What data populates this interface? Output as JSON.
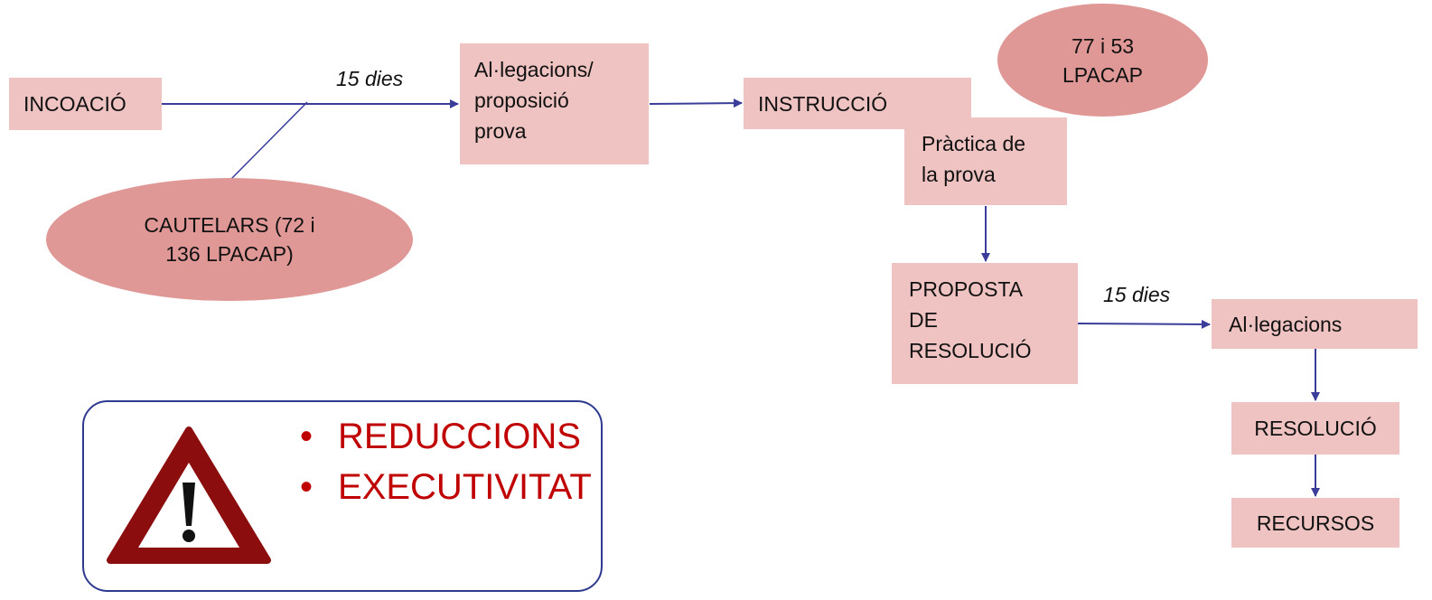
{
  "nodes": {
    "incoacio": "INCOACIÓ",
    "allegacions_proposicio": "Al·legacions/\nproposició\nprova",
    "instruccio": "INSTRUCCIÓ",
    "practica_prova": "Pràctica de\nla prova",
    "proposta_resolucio": "PROPOSTA\nDE\nRESOLUCIÓ",
    "allegacions": "Al·legacions",
    "resolucio": "RESOLUCIÓ",
    "recursos": "RECURSOS"
  },
  "ellipses": {
    "cautelars": "CAUTELARS (72 i\n136 LPACAP)",
    "lpacap_77_53": "77 i 53\nLPACAP"
  },
  "edge_labels": {
    "first_term": "15 dies",
    "second_term": "15 dies"
  },
  "warning": {
    "items": [
      "REDUCCIONS",
      "EXECUTIVITAT"
    ],
    "bullet": "•",
    "icon": "warning-triangle-icon",
    "text_color": "#c00000"
  },
  "colors": {
    "box_fill": "#eec3c1",
    "ellipse_fill": "#e09896",
    "arrow": "#3a3d9a",
    "panel_border": "#2e3a8f"
  }
}
